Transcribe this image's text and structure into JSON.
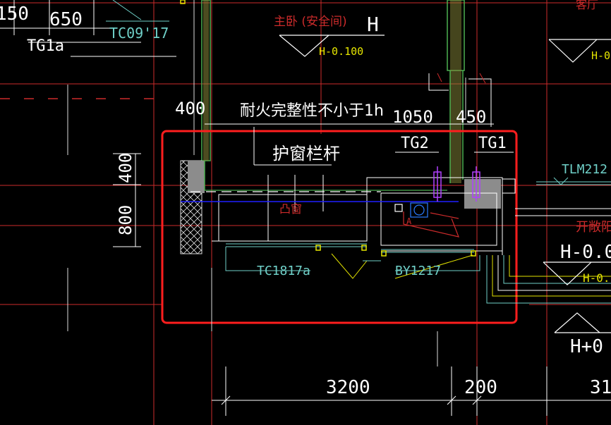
{
  "colors": {
    "background": "#000000",
    "white": "#ffffff",
    "red": "#cc2b2b",
    "red_box": "#ff1e1e",
    "green": "#4caf50",
    "olive": "#8a8a3a",
    "yellow": "#e5e500",
    "cyan": "#6fd0c8",
    "blue": "#2020ff",
    "magenta": "#b040ff",
    "gray": "#8c8c8c"
  },
  "labels": {
    "dim_150": "150",
    "dim_650": "650",
    "tg1a": "TG1a",
    "tc0917": "TC09'17",
    "room_title": "主卧 (安全间)",
    "room_letter": "H",
    "level_minus_0100": "H-0.100",
    "top_right_room": "客厅",
    "level_right_top": "H-0",
    "dim_400": "400",
    "fire_note": "耐火完整性不小于1h",
    "dim_1050": "1050",
    "dim_450": "450",
    "railing_note": "护窗栏杆",
    "tg2": "TG2",
    "tg1": "TG1",
    "tlm": "TLM212",
    "bay_window": "凸窗",
    "side_dim_800": "800",
    "side_dim_400": "400",
    "open_balcony": "开敞阳",
    "level_right_1": "H-0.0",
    "level_right_2": "H-0.",
    "tc1817": "TC1817a",
    "by1217": "BY1217",
    "level_plus": "H+0",
    "dim_3200": "3200",
    "dim_200": "200",
    "dim_31": "31"
  }
}
